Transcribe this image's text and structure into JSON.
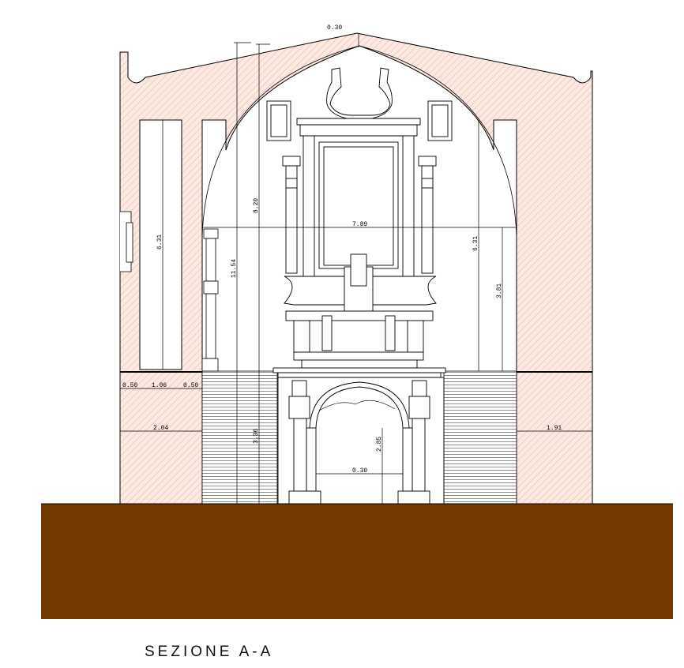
{
  "title": "SEZIONE A-A",
  "dimensions": {
    "top_thickness": "0.30",
    "total_height": "11.54",
    "altar_height": "8.20",
    "altar_span": "7.89",
    "left_window_h": "6.31",
    "right_window_h": "6.31",
    "right_inner_h": "3.81",
    "lower_height": "3.36",
    "arch_height": "2.85",
    "arch_width": "0.30",
    "left_wall_w": "2.04",
    "right_wall_w": "1.91",
    "pillar_a": "0.50",
    "pillar_b": "1.06",
    "pillar_c": "0.50"
  },
  "colors": {
    "ground": "#733a00",
    "wall_hatch": "#c8846e",
    "wall_bg": "#fbe9e2",
    "line": "#000000"
  }
}
